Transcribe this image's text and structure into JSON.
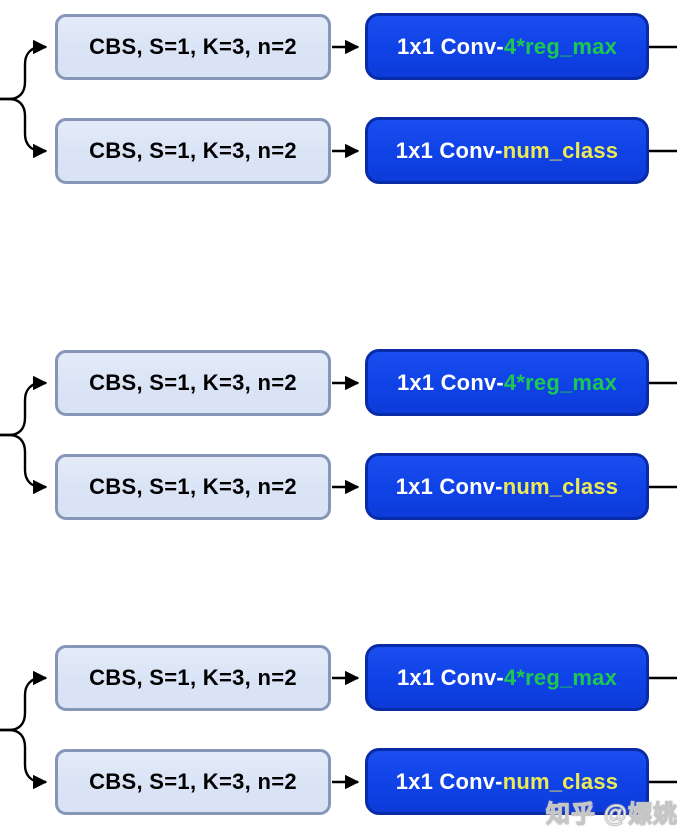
{
  "groups": [
    {
      "rows": [
        {
          "cbs_label": "CBS, S=1, K=3, n=2",
          "conv_prefix": "1x1 Conv-",
          "conv_suffix": "4*reg_max"
        },
        {
          "cbs_label": "CBS, S=1, K=3, n=2",
          "conv_prefix": "1x1 Conv-",
          "conv_suffix": "num_class"
        }
      ]
    },
    {
      "rows": [
        {
          "cbs_label": "CBS, S=1, K=3, n=2",
          "conv_prefix": "1x1 Conv-",
          "conv_suffix": "4*reg_max"
        },
        {
          "cbs_label": "CBS, S=1, K=3, n=2",
          "conv_prefix": "1x1 Conv-",
          "conv_suffix": "num_class"
        }
      ]
    },
    {
      "rows": [
        {
          "cbs_label": "CBS, S=1, K=3, n=2",
          "conv_prefix": "1x1 Conv-",
          "conv_suffix": "4*reg_max"
        },
        {
          "cbs_label": "CBS, S=1, K=3, n=2",
          "conv_prefix": "1x1 Conv-",
          "conv_suffix": "num_class"
        }
      ]
    }
  ],
  "watermark": {
    "text": "知乎 @嫖姚"
  },
  "colors": {
    "background": "#ffffff",
    "cbs_fill": "#d9e3f5",
    "cbs_border": "#8596b9",
    "cbs_text": "#000000",
    "conv_fill": "#0f42e6",
    "conv_border": "#0a2ba8",
    "conv_text": "#ffffff",
    "reg_max_text": "#1ec850",
    "num_class_text": "#eeea55",
    "wire": "#000000",
    "watermark_stroke": "#c6c6c6"
  }
}
